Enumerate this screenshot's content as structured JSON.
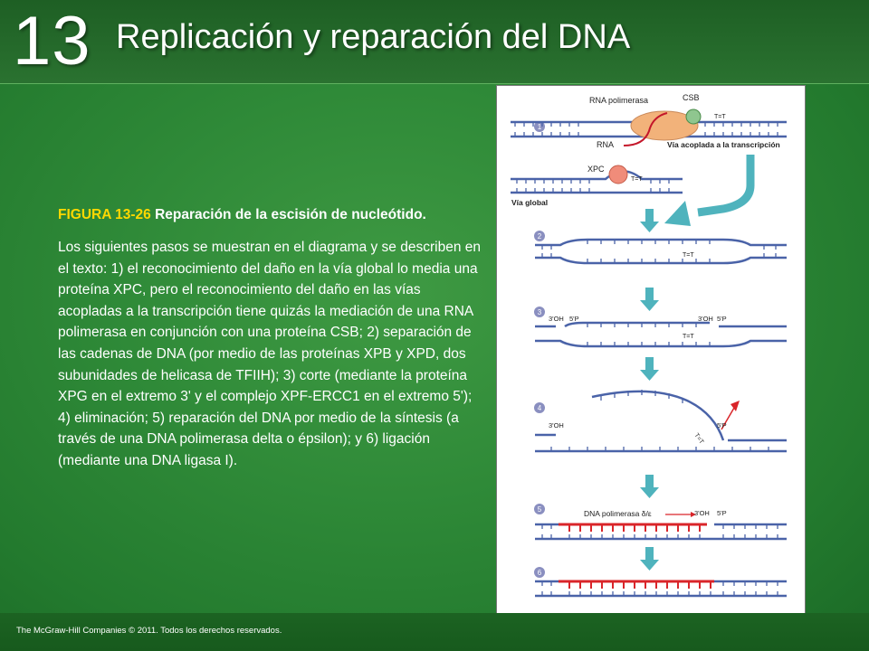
{
  "header": {
    "chapter_number": "13",
    "chapter_title": "Replicación y reparación del DNA"
  },
  "caption": {
    "figure_label": "FIGURA 13-26",
    "figure_title": "Reparación de la escisión de nucleótido.",
    "body": "Los siguientes pasos se muestran en el diagrama y se describen en el texto: 1) el reconocimiento del daño en la vía global lo media una proteína XPC, pero el reconocimiento del daño en las vías acopladas a la transcripción tiene quizás la mediación de una RNA polimerasa en conjunción con una proteína CSB; 2) separación de las cadenas de DNA (por medio de las proteínas XPB y XPD, dos subunidades de helicasa de TFIIH); 3) corte (mediante la proteína XPG en el extremo 3' y el complejo XPF-ERCC1 en el extremo 5'); 4) eliminación; 5) reparación del DNA por medio de la síntesis (a través de una DNA polimerasa delta o épsilon); y 6) ligación (mediante una DNA ligasa I)."
  },
  "diagram": {
    "steps": [
      "1",
      "2",
      "3",
      "4",
      "5",
      "6"
    ],
    "labels": {
      "rna_polymerase": "RNA polimerasa",
      "csb": "CSB",
      "rna": "RNA",
      "thymine_dimer": "T=T",
      "transcription_coupled": "Vía acoplada a la transcripción",
      "xpc": "XPC",
      "global_pathway": "Vía global",
      "oh3": "3'OH",
      "p5": "5'P",
      "dna_polymerase": "DNA polimerasa δ/ε"
    },
    "colors": {
      "strand": "#4a63a8",
      "arrow": "#4fb3bd",
      "repair": "#d9252a",
      "step_badge": "#8a8fc0"
    }
  },
  "footer": {
    "copyright": "The McGraw-Hill Companies © 2011. Todos los derechos reservados."
  }
}
